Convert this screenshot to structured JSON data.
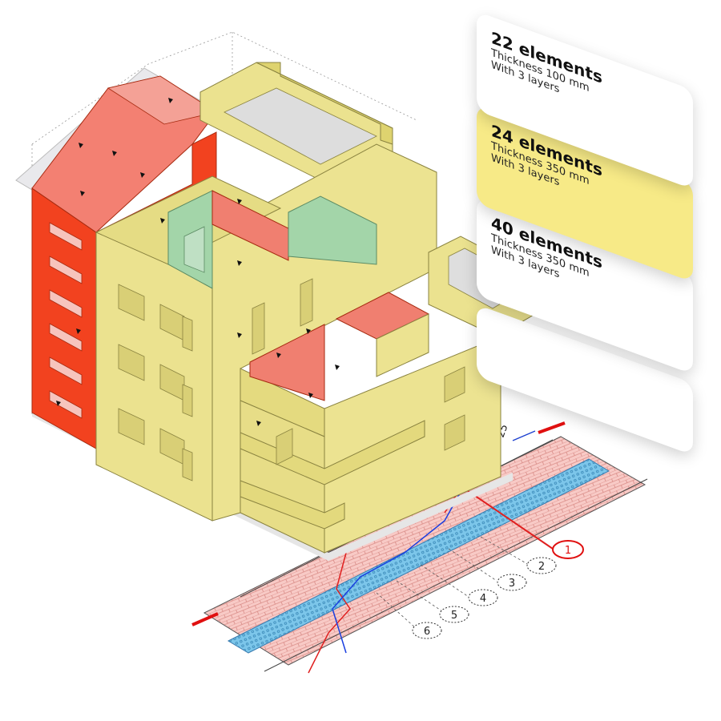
{
  "cards": [
    {
      "title": "22 elements",
      "thickness": "Thickness 100 mm",
      "layers": "With 3 layers",
      "highlight": false
    },
    {
      "title": "24 elements",
      "thickness": "Thickness 350 mm",
      "layers": "With 3 layers",
      "highlight": true
    },
    {
      "title": "40 elements",
      "thickness": "Thickness 350 mm",
      "layers": "With 3 layers",
      "highlight": false
    }
  ],
  "section": {
    "markers": [
      "1",
      "2",
      "3",
      "4",
      "5",
      "6"
    ],
    "dim_label": "25"
  },
  "colors": {
    "wall_yellow": "#ebe28f",
    "wall_red": "#f4552e",
    "wall_green": "#9fd1a7",
    "brick": "#f8c9c6",
    "insulation": "#79c5e8",
    "highlight_card": "#f7ea87"
  }
}
